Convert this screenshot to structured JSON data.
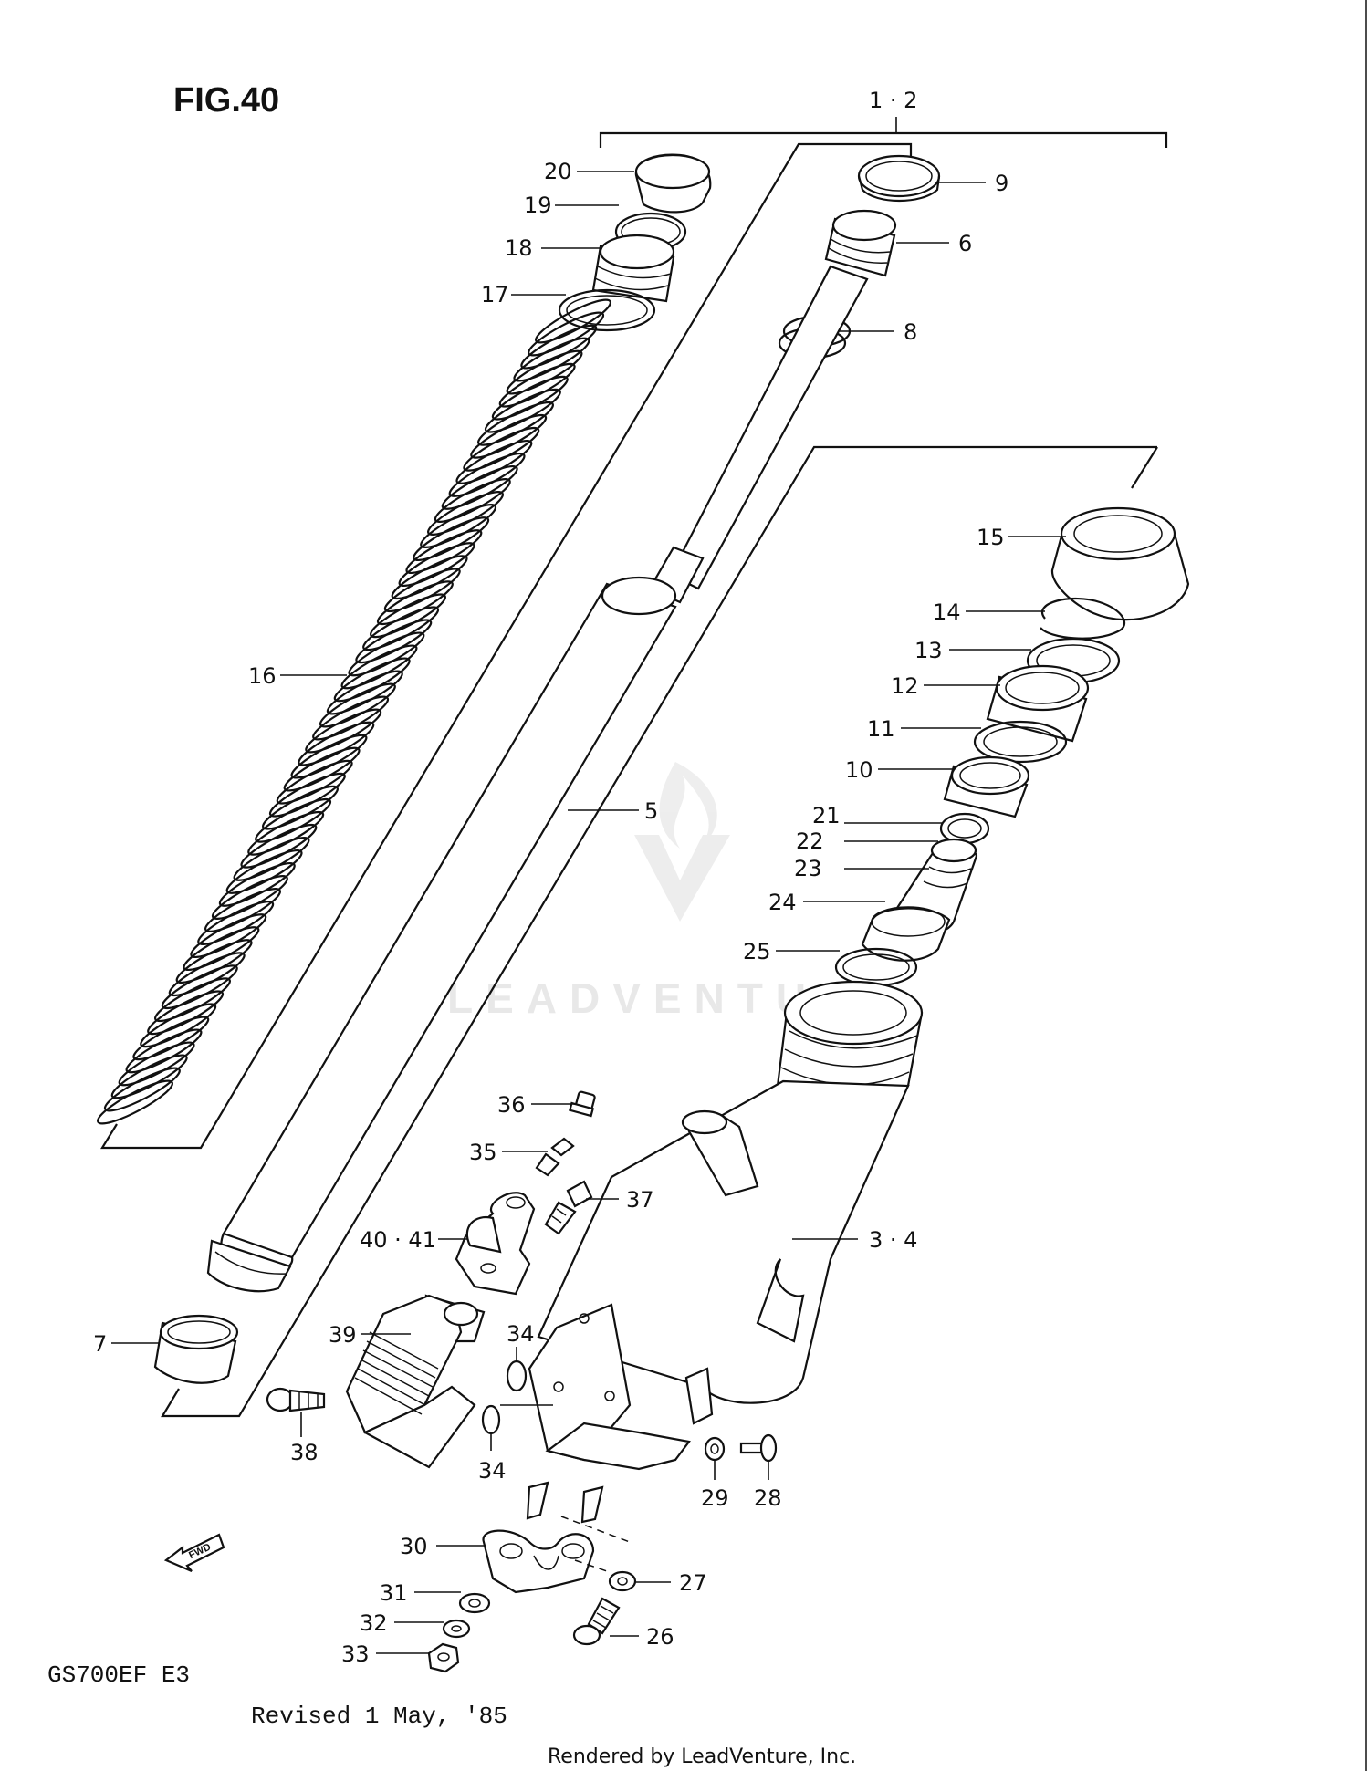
{
  "figure": {
    "title": "FIG.40",
    "model_code": "GS700EF E3",
    "revision": "Revised 1 May, '85",
    "credit": "Rendered by LeadVenture, Inc.",
    "watermark_text": "LEADVENTURE",
    "fwd_arrow_label": "FWD"
  },
  "callouts": [
    {
      "id": "c-1-2",
      "label": "1 · 2"
    },
    {
      "id": "c-20",
      "label": "20"
    },
    {
      "id": "c-19",
      "label": "19"
    },
    {
      "id": "c-18",
      "label": "18"
    },
    {
      "id": "c-17",
      "label": "17"
    },
    {
      "id": "c-16",
      "label": "16"
    },
    {
      "id": "c-9",
      "label": "9"
    },
    {
      "id": "c-6",
      "label": "6"
    },
    {
      "id": "c-8",
      "label": "8"
    },
    {
      "id": "c-15",
      "label": "15"
    },
    {
      "id": "c-14",
      "label": "14"
    },
    {
      "id": "c-13",
      "label": "13"
    },
    {
      "id": "c-12",
      "label": "12"
    },
    {
      "id": "c-11",
      "label": "11"
    },
    {
      "id": "c-10",
      "label": "10"
    },
    {
      "id": "c-5",
      "label": "5"
    },
    {
      "id": "c-21",
      "label": "21"
    },
    {
      "id": "c-22",
      "label": "22"
    },
    {
      "id": "c-23",
      "label": "23"
    },
    {
      "id": "c-24",
      "label": "24"
    },
    {
      "id": "c-25",
      "label": "25"
    },
    {
      "id": "c-36",
      "label": "36"
    },
    {
      "id": "c-35",
      "label": "35"
    },
    {
      "id": "c-37",
      "label": "37"
    },
    {
      "id": "c-40-41",
      "label": "40 · 41"
    },
    {
      "id": "c-3-4",
      "label": "3 · 4"
    },
    {
      "id": "c-7",
      "label": "7"
    },
    {
      "id": "c-39",
      "label": "39"
    },
    {
      "id": "c-34a",
      "label": "34"
    },
    {
      "id": "c-34b",
      "label": "34"
    },
    {
      "id": "c-38",
      "label": "38"
    },
    {
      "id": "c-29",
      "label": "29"
    },
    {
      "id": "c-28",
      "label": "28"
    },
    {
      "id": "c-30",
      "label": "30"
    },
    {
      "id": "c-27",
      "label": "27"
    },
    {
      "id": "c-31",
      "label": "31"
    },
    {
      "id": "c-32",
      "label": "32"
    },
    {
      "id": "c-26",
      "label": "26"
    },
    {
      "id": "c-33",
      "label": "33"
    }
  ],
  "colors": {
    "ink": "#111111",
    "paper": "#ffffff",
    "watermark": "#e6e6e6"
  }
}
